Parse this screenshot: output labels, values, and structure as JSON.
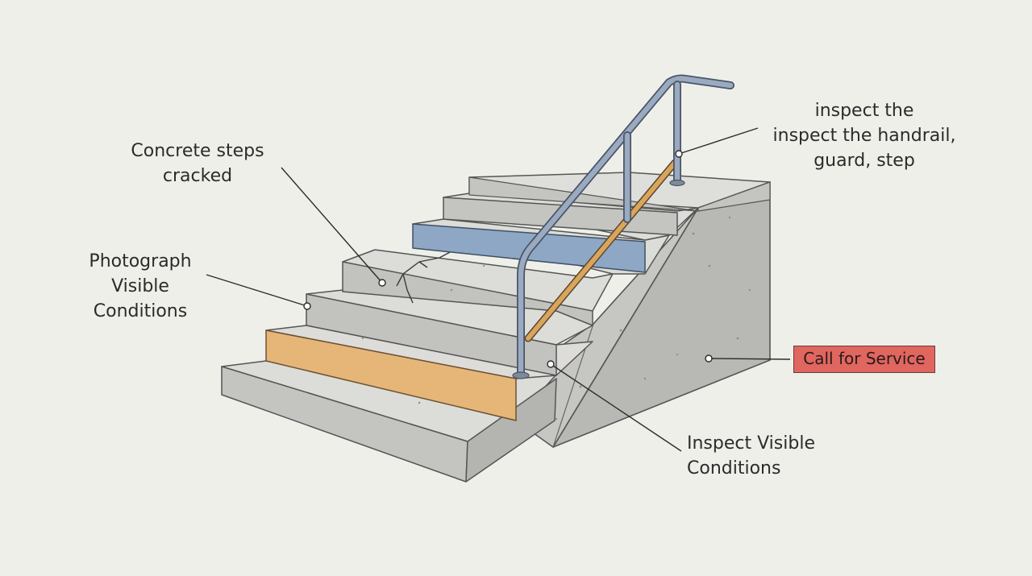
{
  "labels": {
    "cracked": "Concrete steps\ncracked",
    "photograph": "Photograph\nVisible\nConditions",
    "handrail": "inspect the\ninspect the handrail,\nguard, step",
    "inspect": "Inspect Visible\nConditions",
    "service": "Call for Service"
  },
  "colors": {
    "background": "#efefea",
    "concrete_top": "#dcdcd9",
    "concrete_riser": "#c2c2bf",
    "concrete_side": "#b6b6b2",
    "highlight_blue": "#8ea7c4",
    "highlight_amber": "#e6b678",
    "handrail_metal": "#9aaac0",
    "guard_rail_wood": "#d9a55a",
    "service_tag": "#e06660",
    "ink": "#2b2b2b"
  }
}
